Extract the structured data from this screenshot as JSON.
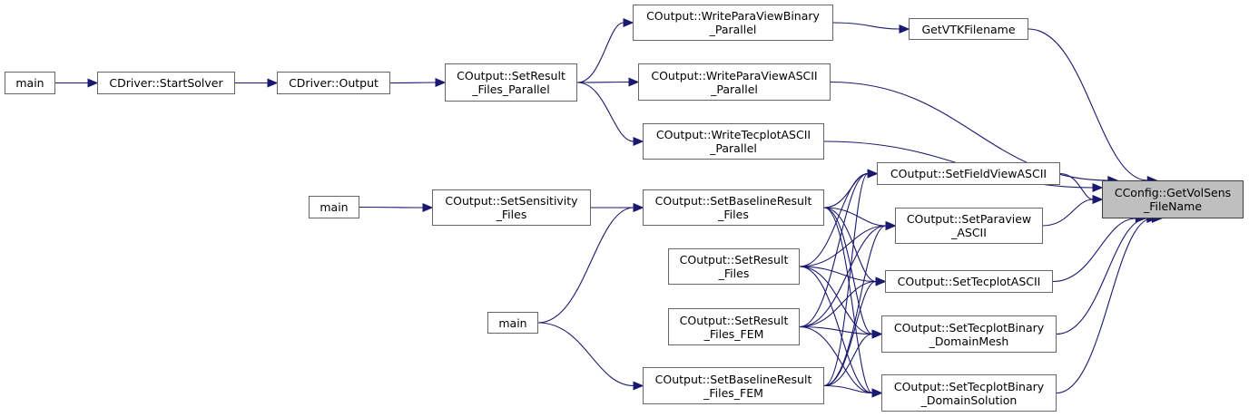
{
  "nodes": {
    "main_a": [
      "main"
    ],
    "start_solver": [
      "CDriver::StartSolver"
    ],
    "output": [
      "CDriver::Output"
    ],
    "set_result_files_parallel": [
      "COutput::SetResult",
      "_Files_Parallel"
    ],
    "write_paraview_binary_parallel": [
      "COutput::WriteParaViewBinary",
      "_Parallel"
    ],
    "write_paraview_ascii_parallel": [
      "COutput::WriteParaViewASCII",
      "_Parallel"
    ],
    "write_tecplot_ascii_parallel": [
      "COutput::WriteTecplotASCII",
      "_Parallel"
    ],
    "get_vtk_filename": [
      "GetVTKFilename"
    ],
    "main_b": [
      "main"
    ],
    "set_sensitivity_files": [
      "COutput::SetSensitivity",
      "_Files"
    ],
    "set_baseline_result_files": [
      "COutput::SetBaselineResult",
      "_Files"
    ],
    "set_result_files": [
      "COutput::SetResult",
      "_Files"
    ],
    "main_c": [
      "main"
    ],
    "set_result_files_fem": [
      "COutput::SetResult",
      "_Files_FEM"
    ],
    "set_baseline_result_files_fem": [
      "COutput::SetBaselineResult",
      "_Files_FEM"
    ],
    "set_fieldview_ascii": [
      "COutput::SetFieldViewASCII"
    ],
    "set_paraview_ascii": [
      "COutput::SetParaview",
      "_ASCII"
    ],
    "set_tecplot_ascii": [
      "COutput::SetTecplotASCII"
    ],
    "set_tecplot_binary_domain_mesh": [
      "COutput::SetTecplotBinary",
      "_DomainMesh"
    ],
    "set_tecplot_binary_domain_solution": [
      "COutput::SetTecplotBinary",
      "_DomainSolution"
    ],
    "get_vol_sens_filename": [
      "CConfig::GetVolSens",
      "_FileName"
    ]
  },
  "highlighted_node": "get_vol_sens_filename",
  "edges": [
    [
      "main_a",
      "start_solver"
    ],
    [
      "start_solver",
      "output"
    ],
    [
      "output",
      "set_result_files_parallel"
    ],
    [
      "set_result_files_parallel",
      "write_paraview_binary_parallel"
    ],
    [
      "set_result_files_parallel",
      "write_paraview_ascii_parallel"
    ],
    [
      "set_result_files_parallel",
      "write_tecplot_ascii_parallel"
    ],
    [
      "write_paraview_binary_parallel",
      "get_vtk_filename"
    ],
    [
      "get_vtk_filename",
      "get_vol_sens_filename"
    ],
    [
      "write_paraview_ascii_parallel",
      "get_vol_sens_filename"
    ],
    [
      "write_tecplot_ascii_parallel",
      "get_vol_sens_filename"
    ],
    [
      "main_b",
      "set_sensitivity_files"
    ],
    [
      "set_sensitivity_files",
      "set_baseline_result_files"
    ],
    [
      "main_c",
      "set_baseline_result_files"
    ],
    [
      "main_c",
      "set_baseline_result_files_fem"
    ],
    [
      "set_baseline_result_files",
      "set_fieldview_ascii"
    ],
    [
      "set_baseline_result_files",
      "set_paraview_ascii"
    ],
    [
      "set_baseline_result_files",
      "set_tecplot_ascii"
    ],
    [
      "set_baseline_result_files",
      "set_tecplot_binary_domain_mesh"
    ],
    [
      "set_baseline_result_files",
      "set_tecplot_binary_domain_solution"
    ],
    [
      "set_result_files",
      "set_fieldview_ascii"
    ],
    [
      "set_result_files",
      "set_paraview_ascii"
    ],
    [
      "set_result_files",
      "set_tecplot_ascii"
    ],
    [
      "set_result_files",
      "set_tecplot_binary_domain_mesh"
    ],
    [
      "set_result_files",
      "set_tecplot_binary_domain_solution"
    ],
    [
      "set_result_files_fem",
      "set_fieldview_ascii"
    ],
    [
      "set_result_files_fem",
      "set_paraview_ascii"
    ],
    [
      "set_result_files_fem",
      "set_tecplot_ascii"
    ],
    [
      "set_result_files_fem",
      "set_tecplot_binary_domain_mesh"
    ],
    [
      "set_result_files_fem",
      "set_tecplot_binary_domain_solution"
    ],
    [
      "set_baseline_result_files_fem",
      "set_fieldview_ascii"
    ],
    [
      "set_baseline_result_files_fem",
      "set_paraview_ascii"
    ],
    [
      "set_baseline_result_files_fem",
      "set_tecplot_ascii"
    ],
    [
      "set_baseline_result_files_fem",
      "set_tecplot_binary_domain_mesh"
    ],
    [
      "set_baseline_result_files_fem",
      "set_tecplot_binary_domain_solution"
    ],
    [
      "set_fieldview_ascii",
      "get_vol_sens_filename"
    ],
    [
      "set_paraview_ascii",
      "get_vol_sens_filename"
    ],
    [
      "set_tecplot_ascii",
      "get_vol_sens_filename"
    ],
    [
      "set_tecplot_binary_domain_mesh",
      "get_vol_sens_filename"
    ],
    [
      "set_tecplot_binary_domain_solution",
      "get_vol_sens_filename"
    ]
  ],
  "colors": {
    "edge": "#191970",
    "node_border": "#666666",
    "highlight_fill": "#bfbfbf"
  }
}
